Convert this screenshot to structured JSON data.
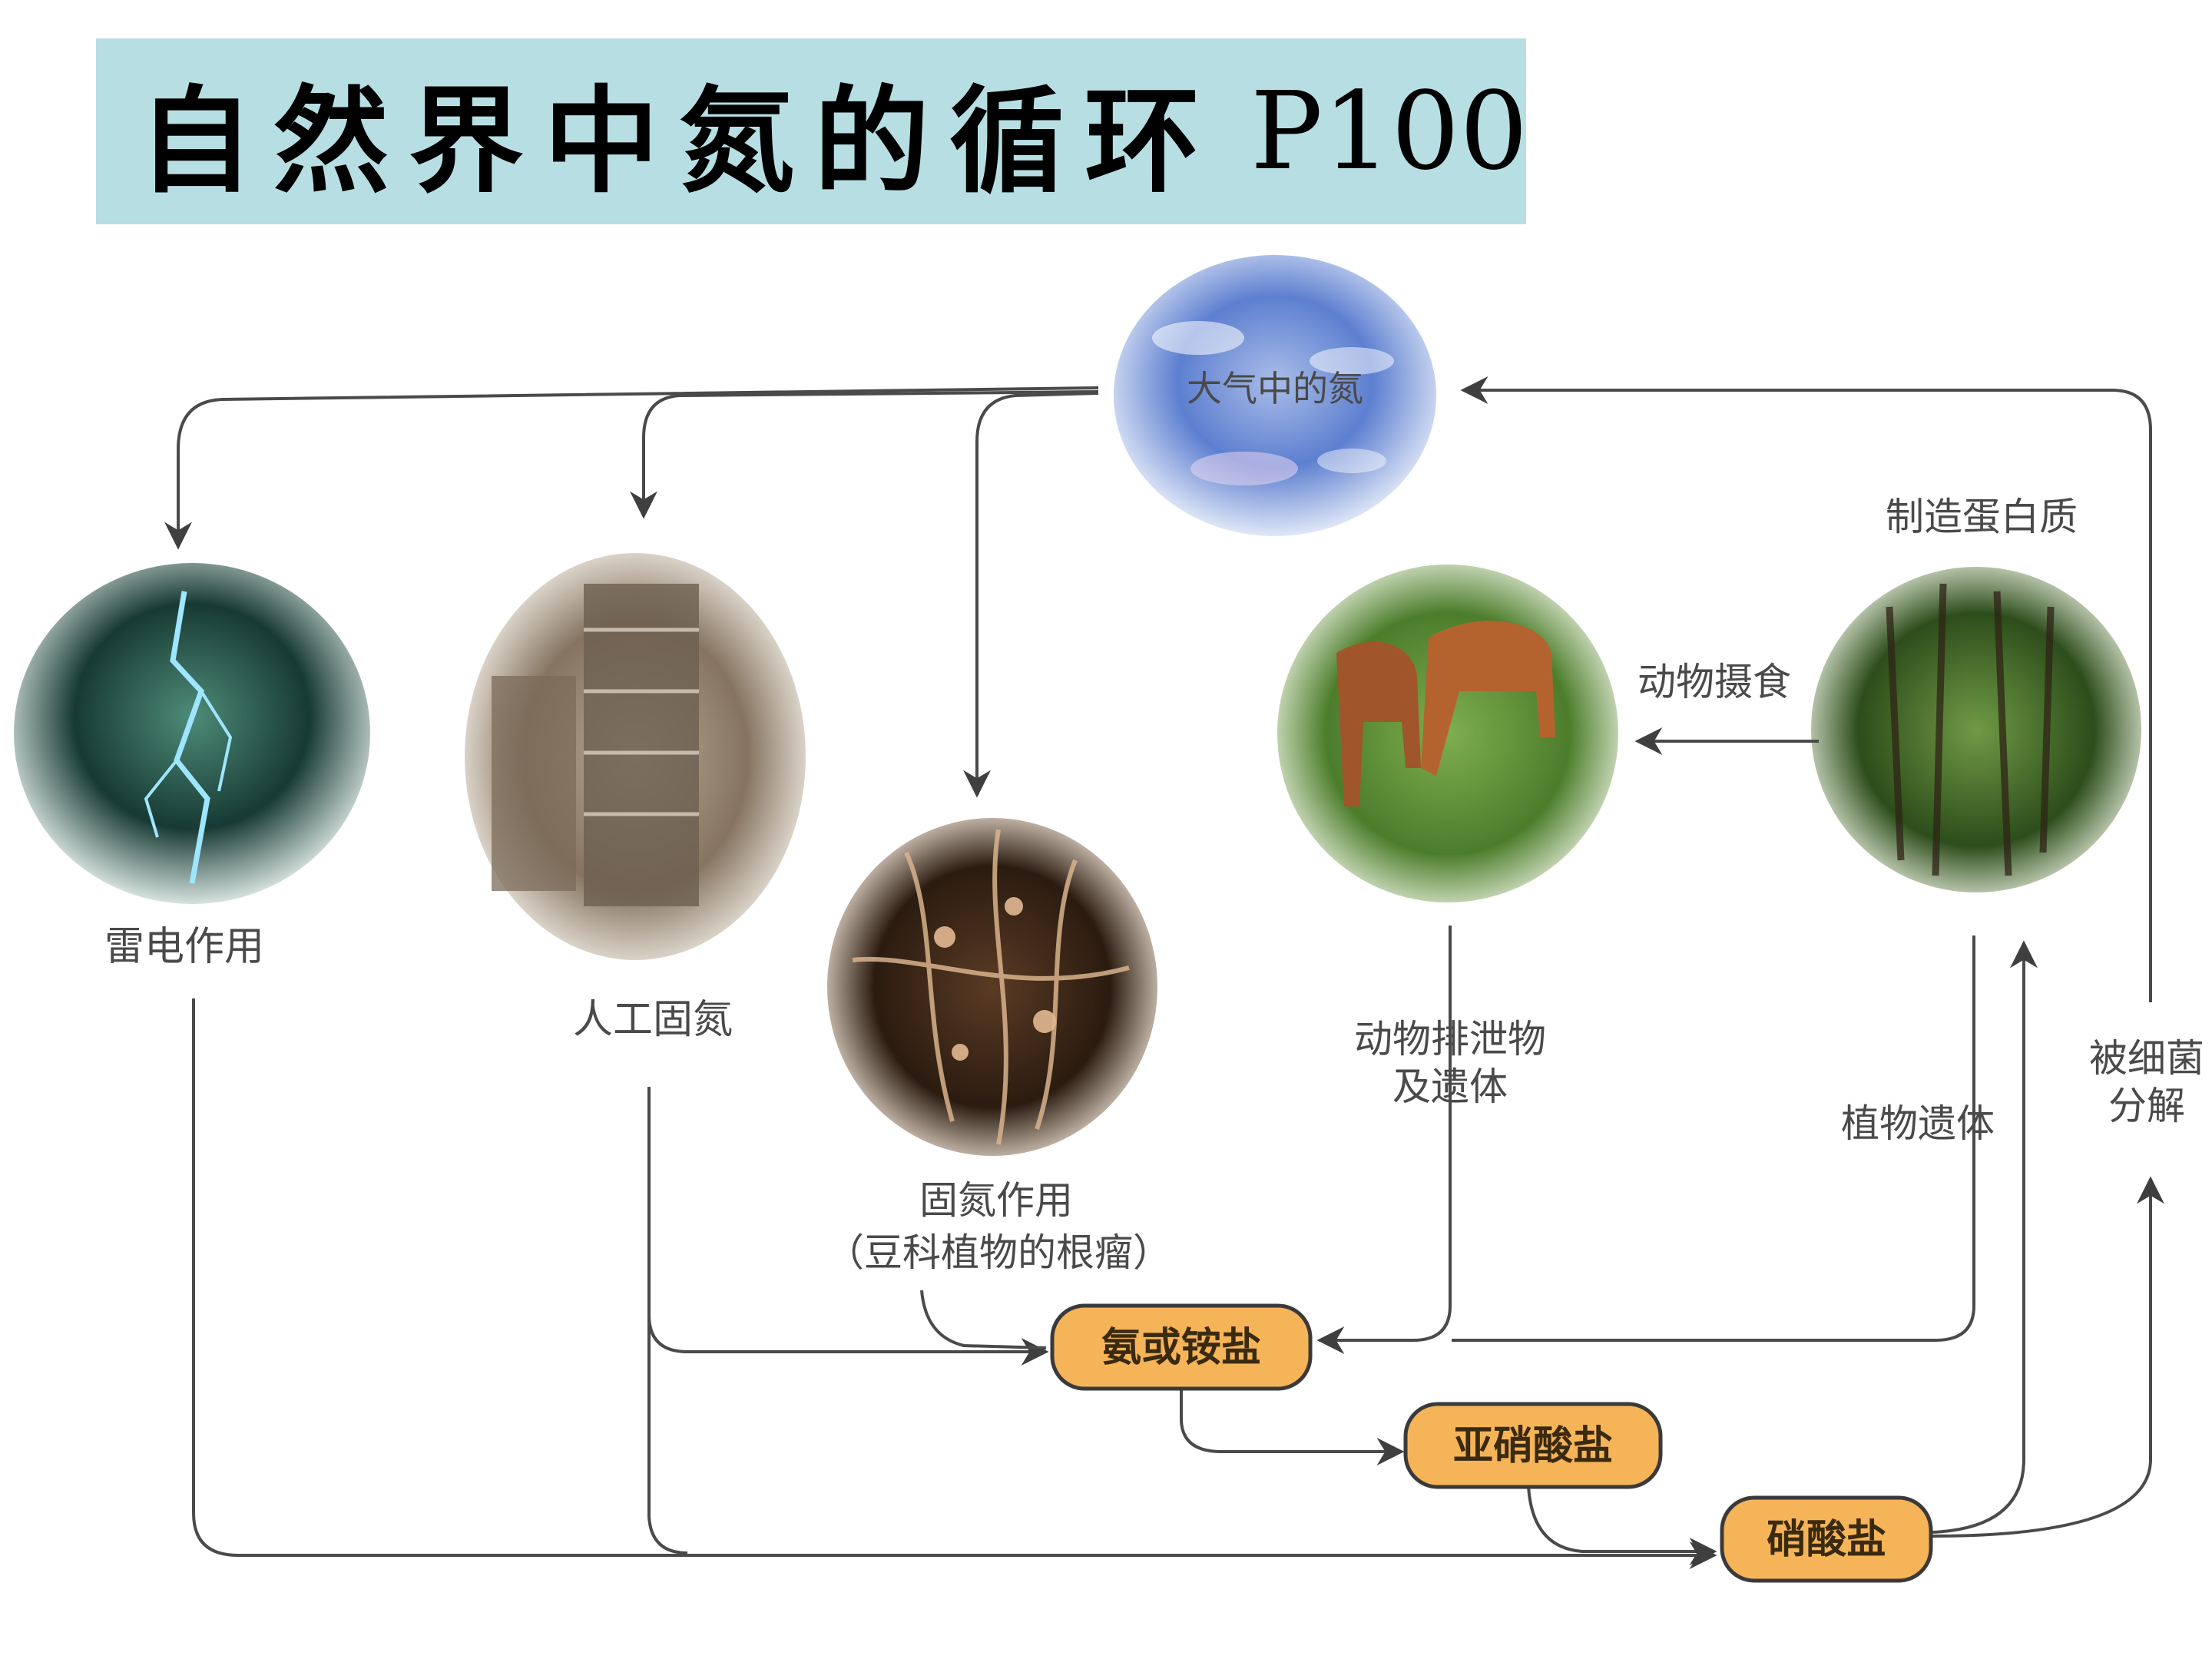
{
  "title": {
    "main": "自然界中氮的循环",
    "page": "P100"
  },
  "nodes": {
    "atmosphere": "大气中的氮",
    "lightning": "雷电作用",
    "industrial": "人工固氮",
    "fixation_line1": "固氮作用",
    "fixation_line2": "（豆科植物的根瘤）",
    "protein": "制造蛋白质",
    "animal_eat": "动物摄食",
    "excreta_line1": "动物排泄物",
    "excreta_line2": "及遗体",
    "plant_remains": "植物遗体",
    "decompose_line1": "被细菌",
    "decompose_line2": "分解"
  },
  "boxes": {
    "ammonium": "氨或铵盐",
    "nitrite": "亚硝酸盐",
    "nitrate": "硝酸盐"
  },
  "colors": {
    "banner": "#b7dfe3",
    "box_fill": "#f6b459",
    "box_stroke": "#3a3a3a",
    "arrow": "#4a4a4a"
  }
}
